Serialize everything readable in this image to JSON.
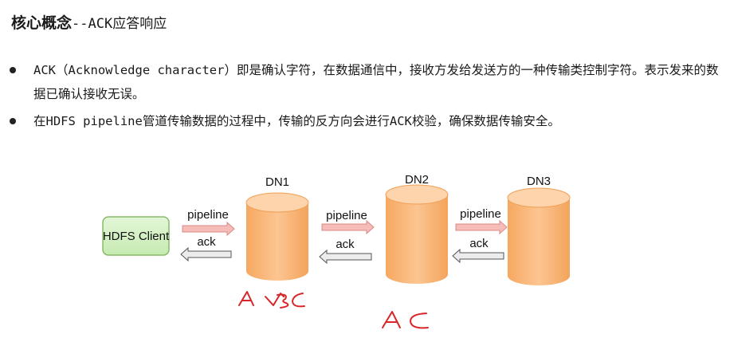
{
  "title": {
    "prefix": "核心概念",
    "suffix": "--ACK应答响应"
  },
  "bullets": [
    {
      "parts": [
        {
          "text": "ACK（Acknowledge character）",
          "mono": true
        },
        {
          "text": "即是确认字符，在数据通信中，接收方发给发送方的一种传输类控制字符。表示发来的数据已确认接收无误。",
          "mono": false
        }
      ]
    },
    {
      "parts": [
        {
          "text": "在",
          "mono": false
        },
        {
          "text": "HDFS pipeline",
          "mono": true
        },
        {
          "text": "管道传输数据的过程中，传输的反方向会进行",
          "mono": false
        },
        {
          "text": "ACK",
          "mono": true
        },
        {
          "text": "校验，确保数据传输安全。",
          "mono": false
        }
      ]
    }
  ],
  "diagram": {
    "client_label": "HDFS Client",
    "nodes": [
      "DN1",
      "DN2",
      "DN3"
    ],
    "pipeline_label": "pipeline",
    "ack_label": "ack"
  },
  "colors": {
    "client_fill": "#d4f0c4",
    "client_border": "#7cb35e",
    "node_fill": "#f8b878",
    "node_top": "#fcd3a6",
    "pipeline_arrow": "#f4b6b4",
    "ack_arrow": "#e6e6e6",
    "handwriting": "#d8262a"
  }
}
